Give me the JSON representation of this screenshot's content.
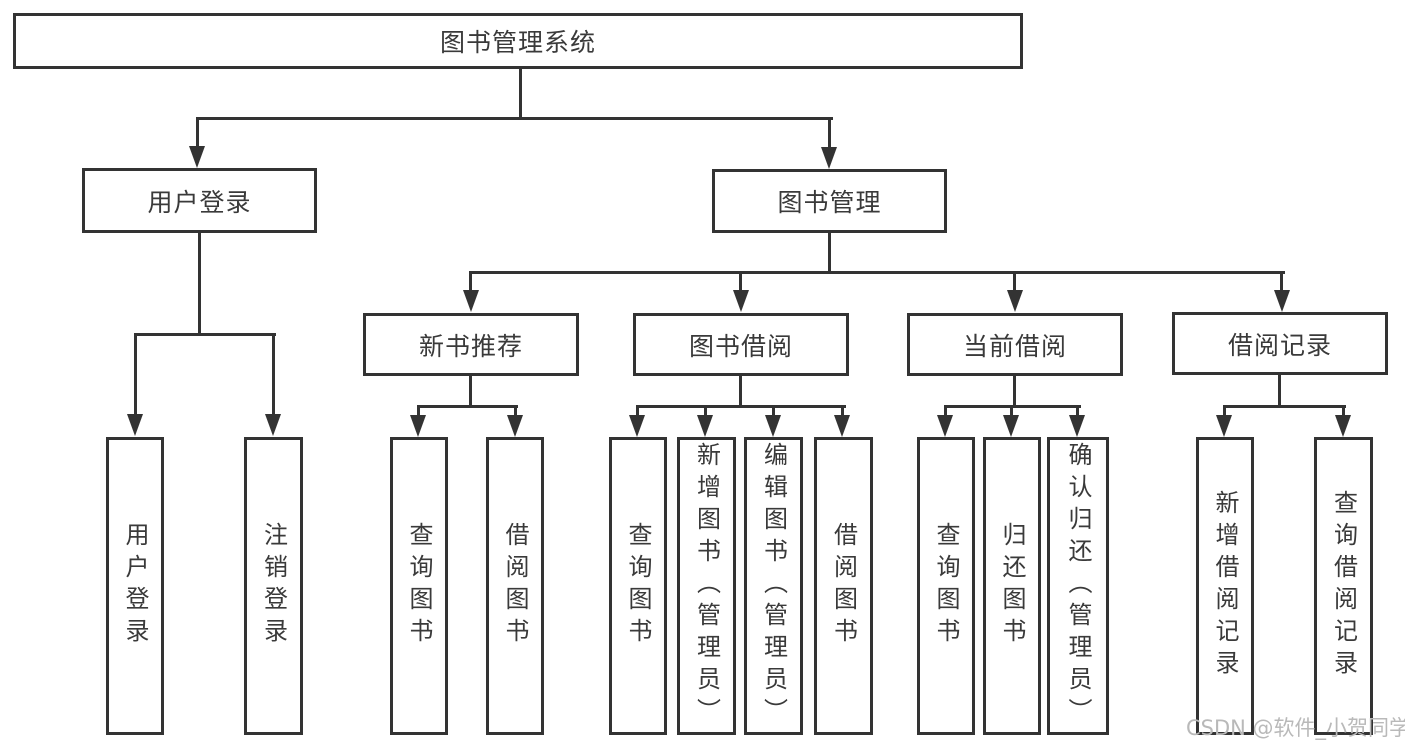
{
  "diagram": {
    "title": "图书管理系统",
    "level2": [
      {
        "label": "用户登录"
      },
      {
        "label": "图书管理"
      }
    ],
    "level3": [
      {
        "label": "新书推荐",
        "parent": "图书管理"
      },
      {
        "label": "图书借阅",
        "parent": "图书管理"
      },
      {
        "label": "当前借阅",
        "parent": "图书管理"
      },
      {
        "label": "借阅记录",
        "parent": "图书管理"
      }
    ],
    "leaves": [
      {
        "label": "用户登录",
        "parent": "用户登录"
      },
      {
        "label": "注销登录",
        "parent": "用户登录"
      },
      {
        "label": "查询图书",
        "parent": "新书推荐"
      },
      {
        "label": "借阅图书",
        "parent": "新书推荐"
      },
      {
        "label": "查询图书",
        "parent": "图书借阅"
      },
      {
        "label": "新增图书（管理员）",
        "parent": "图书借阅"
      },
      {
        "label": "编辑图书（管理员）",
        "parent": "图书借阅"
      },
      {
        "label": "借阅图书",
        "parent": "图书借阅"
      },
      {
        "label": "查询图书",
        "parent": "当前借阅"
      },
      {
        "label": "归还图书",
        "parent": "当前借阅"
      },
      {
        "label": "确认归还（管理员）",
        "parent": "当前借阅"
      },
      {
        "label": "新增借阅记录",
        "parent": "借阅记录"
      },
      {
        "label": "查询借阅记录",
        "parent": "借阅记录"
      }
    ]
  },
  "watermark": "CSDN @软件_小贺同学",
  "colors": {
    "line": "#333333",
    "text": "#3a3a3a",
    "watermark": "#b9b9b9",
    "background": "#ffffff"
  }
}
